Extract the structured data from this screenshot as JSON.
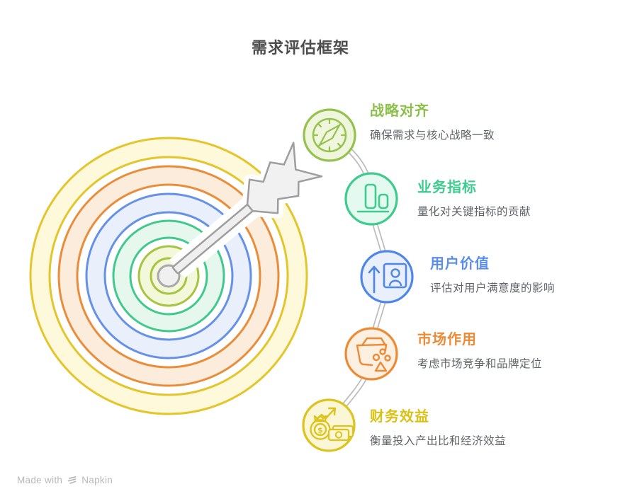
{
  "title": "需求评估框架",
  "items": [
    {
      "label": "战略对齐",
      "description": "确保需求与核心战略一致",
      "color": "#8cbf4a",
      "icon": "compass-icon"
    },
    {
      "label": "业务指标",
      "description": "量化对关键指标的贡献",
      "color": "#3ecb8e",
      "icon": "bar-chart-icon"
    },
    {
      "label": "用户价值",
      "description": "评估对用户满意度的影响",
      "color": "#5b8df0",
      "icon": "user-growth-icon"
    },
    {
      "label": "市场作用",
      "description": "考虑市场竞争和品牌定位",
      "color": "#ec8a35",
      "icon": "shopping-basket-icon"
    },
    {
      "label": "财务效益",
      "description": "衡量投入产出比和经济效益",
      "color": "#d9c116",
      "icon": "money-growth-icon"
    }
  ],
  "target": {
    "ring_colors": [
      "#e4c52c",
      "#ea8d3b",
      "#6591e9",
      "#41c98d",
      "#a6c440"
    ],
    "ring_fills": [
      "#fdf9da",
      "#fcecdb",
      "#e9effb",
      "#e6f8ee",
      "#f3f8da"
    ],
    "arrow_color": "#9e9e9e"
  },
  "footer": {
    "made_with": "Made with",
    "brand": "Napkin"
  }
}
